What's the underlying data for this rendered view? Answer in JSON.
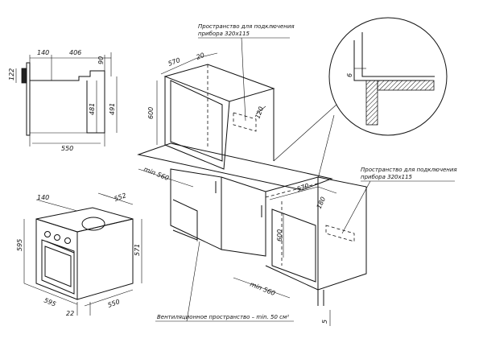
{
  "labels": {
    "conn_top": [
      "Пространство для подключения",
      "прибора 320x115"
    ],
    "conn_right": [
      "Пространство для подключения",
      "прибора 320x115"
    ],
    "ventilation": "Вентиляционное пространство – min. 50 см²"
  },
  "dims": {
    "side_140": "140",
    "side_406": "406",
    "side_90": "90",
    "side_122": "122",
    "side_481": "481",
    "side_491": "491",
    "side_550": "550",
    "ov_140": "140",
    "ov_552": "552",
    "ov_595_h": "595",
    "ov_571": "571",
    "ov_595_w": "595",
    "ov_550": "550",
    "ov_22": "22",
    "cab_570": "570",
    "cab_20": "20",
    "cab_600": "600",
    "cab_min560": "min 560",
    "cab_120": "120",
    "detail_6": "6",
    "low_570": "570",
    "low_180": "180",
    "low_600": "600",
    "low_min560": "min 560",
    "low_5": "5"
  }
}
